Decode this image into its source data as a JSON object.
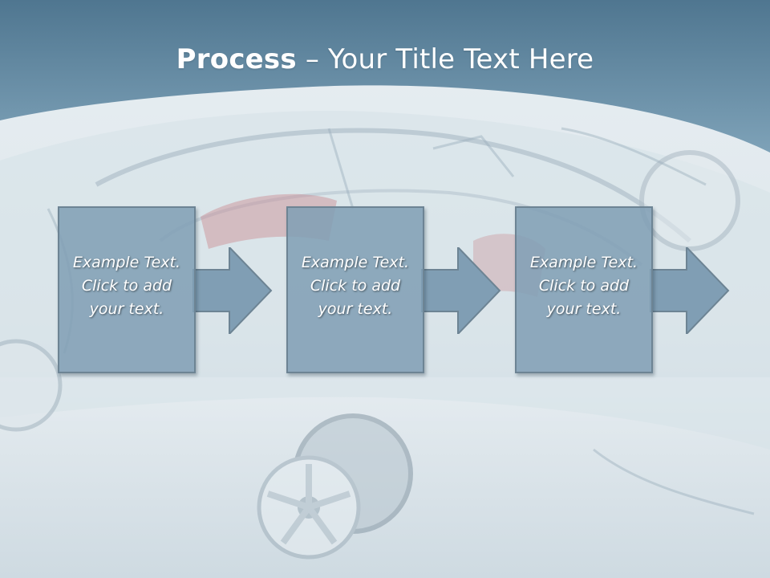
{
  "slide": {
    "title_bold": "Process",
    "title_dash": " – ",
    "title_rest": "Your Title Text Here"
  },
  "steps": [
    {
      "text": "Example Text.\nClick  to add\nyour text."
    },
    {
      "text": "Example Text.\nClick  to add\nyour text."
    },
    {
      "text": "Example Text.\nClick  to add\nyour text."
    }
  ],
  "colors": {
    "header_band": "#5d86a0",
    "box_fill": "#809eb4",
    "box_border": "#6d8494",
    "text": "#ffffff"
  },
  "icons": {
    "arrow": "right-arrow-icon"
  }
}
